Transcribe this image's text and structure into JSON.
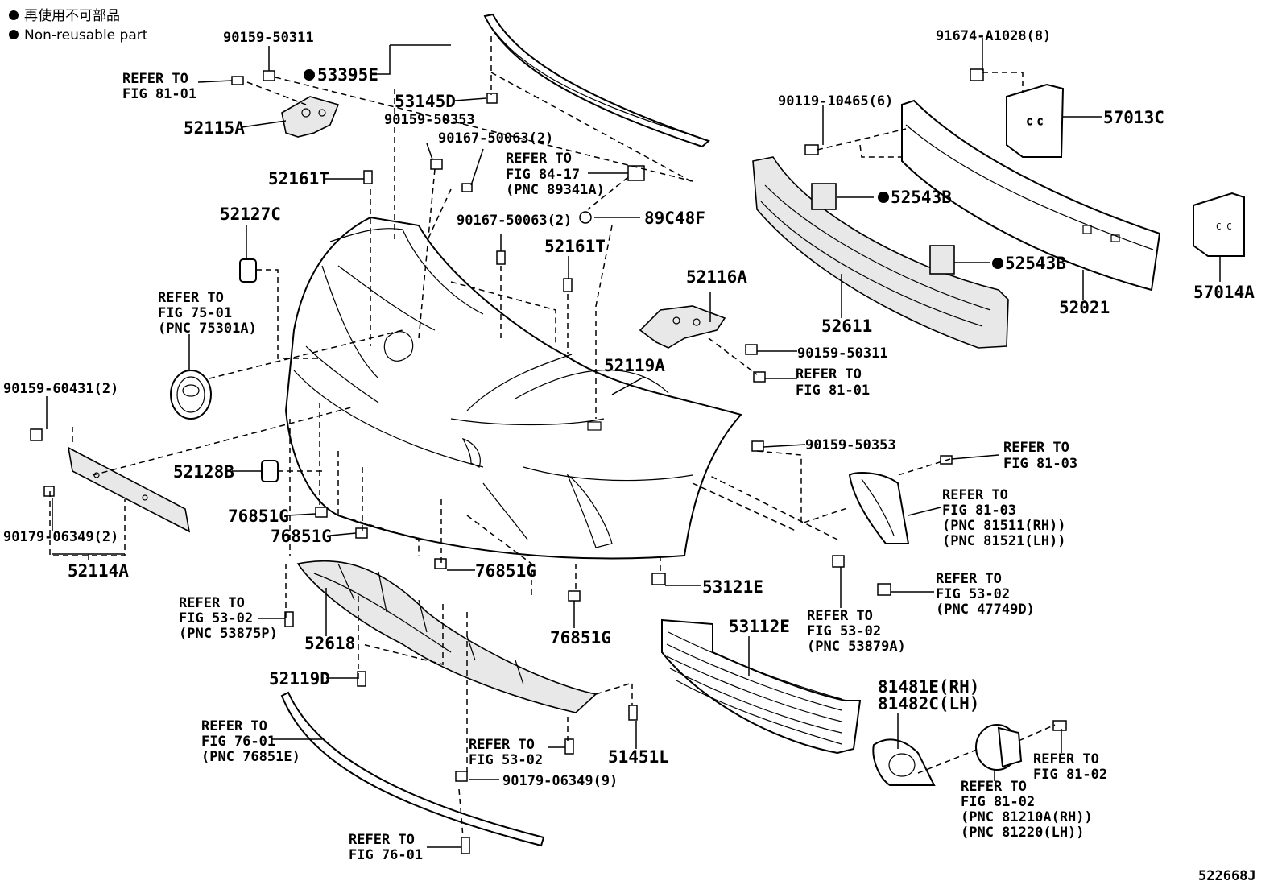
{
  "legend": {
    "marker_color": "#000000",
    "line1": "再使用不可部品",
    "line2": "Non-reusable part"
  },
  "figure_code": "522668J",
  "labels": {
    "p90159_50311_top": "90159-50311",
    "p53395E": "53395E",
    "p53145D": "53145D",
    "refer_8101_a1": "REFER TO",
    "refer_8101_a2": "FIG 81-01",
    "p52115A": "52115A",
    "p90159_50353_top": "90159-50353",
    "p90167_50063_2_top": "90167-50063(2)",
    "refer_8417_1": "REFER TO",
    "refer_8417_2": "FIG 84-17",
    "refer_8417_3": "(PNC 89341A)",
    "p52161T_a": "52161T",
    "p89C48F": "89C48F",
    "p90167_50063_2_mid": "90167-50063(2)",
    "p52161T_b": "52161T",
    "p52127C": "52127C",
    "refer_7501_1": "REFER TO",
    "refer_7501_2": "FIG 75-01",
    "refer_7501_3": "(PNC 75301A)",
    "p52116A": "52116A",
    "p90159_50311_mid": "90159-50311",
    "refer_8101_b1": "REFER TO",
    "refer_8101_b2": "FIG 81-01",
    "p52119A": "52119A",
    "p90159_60431": "90159-60431(2)",
    "p90159_50353_mid": "90159-50353",
    "refer_8103_a1": "REFER TO",
    "refer_8103_a2": "FIG 81-03",
    "p52128B": "52128B",
    "refer_8103_b1": "REFER TO",
    "refer_8103_b2": "FIG 81-03",
    "refer_8103_b3": "(PNC 81511(RH))",
    "refer_8103_b4": "(PNC 81521(LH))",
    "p90179_06349_2": "90179-06349(2)",
    "p76851G_a": "76851G",
    "p76851G_b": "76851G",
    "p76851G_c": "76851G",
    "p76851G_d": "76851G",
    "p52114A": "52114A",
    "p53121E": "53121E",
    "refer_5302_a1": "REFER TO",
    "refer_5302_a2": "FIG 53-02",
    "refer_5302_a3": "(PNC 47749D)",
    "refer_5302_b1": "REFER TO",
    "refer_5302_b2": "FIG 53-02",
    "refer_5302_b3": "(PNC 53875P)",
    "refer_5302_c1": "REFER TO",
    "refer_5302_c2": "FIG 53-02",
    "refer_5302_c3": "(PNC 53879A)",
    "p52618": "52618",
    "p53112E": "53112E",
    "p52119D": "52119D",
    "p81481E": "81481E(RH)",
    "p81482C": "81482C(LH)",
    "refer_7601_a1": "REFER TO",
    "refer_7601_a2": "FIG 76-01",
    "refer_7601_a3": "(PNC 76851E)",
    "refer_5302_d1": "REFER TO",
    "refer_5302_d2": "FIG 53-02",
    "p51451L": "51451L",
    "p90179_06349_9": "90179-06349(9)",
    "refer_8102_a1": "REFER TO",
    "refer_8102_a2": "FIG 81-02",
    "refer_8102_b1": "REFER TO",
    "refer_8102_b2": "FIG 81-02",
    "refer_8102_b3": "(PNC 81210A(RH))",
    "refer_8102_b4": "(PNC 81220(LH))",
    "refer_7601_b1": "REFER TO",
    "refer_7601_b2": "FIG 76-01",
    "p91674": "91674-A1028(8)",
    "p57013C": "57013C",
    "p90119": "90119-10465(6)",
    "p52543B_a": "52543B",
    "p52543B_b": "52543B",
    "p57014A": "57014A",
    "p52611": "52611",
    "p52021": "52021"
  }
}
